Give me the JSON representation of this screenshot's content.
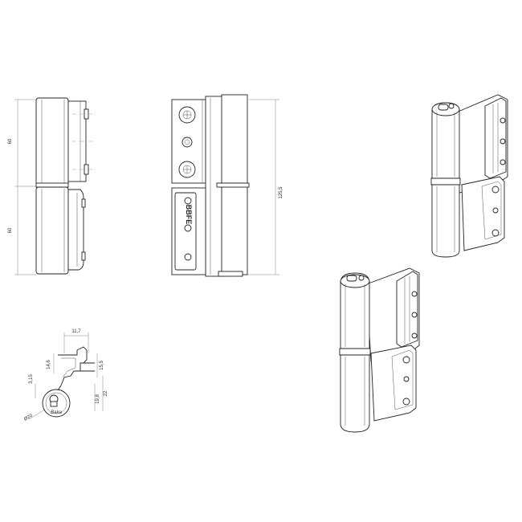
{
  "dimensions": {
    "upper_leaf_height": "60",
    "lower_leaf_height": "60",
    "total_height": "125,5",
    "width_top": "11,7",
    "offset_left": "14,6",
    "offset_right": "15,5",
    "offset_small": "3,15",
    "depth_a": "19,8",
    "depth_b": "22",
    "diameter": "Ø20"
  },
  "markings": {
    "brand_vertical": "BBFE",
    "brand_on_cap": "Baka"
  }
}
